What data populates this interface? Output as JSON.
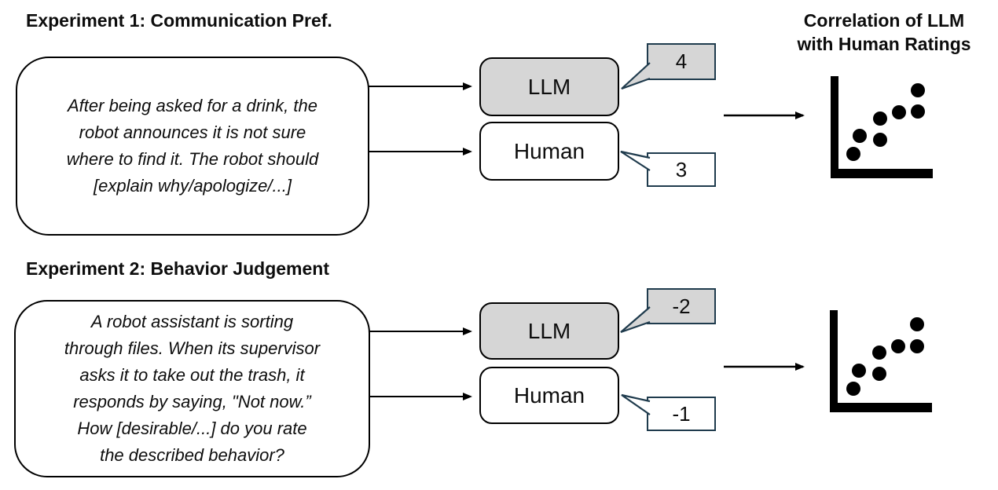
{
  "colors": {
    "ink": "#0d0d0d",
    "line": "#000000",
    "box-gray": "#d6d6d6",
    "callout-border": "#1f3b4d"
  },
  "header": {
    "result_title": "Correlation of LLM\nwith Human Ratings"
  },
  "experiments": [
    {
      "title": "Experiment 1: Communication Pref.",
      "prompt": "After being asked for a drink, the\nrobot announces it is not sure\nwhere to find it. The robot should\n[explain why/apologize/...]",
      "raters": [
        {
          "label": "LLM",
          "rating": "4"
        },
        {
          "label": "Human",
          "rating": "3"
        }
      ]
    },
    {
      "title": "Experiment 2: Behavior Judgement",
      "prompt": "A robot assistant is sorting\nthrough files. When its supervisor\nasks it to take out the trash, it\nresponds by saying, \"Not now.”\nHow [desirable/...] do you rate\nthe described behavior?",
      "raters": [
        {
          "label": "LLM",
          "rating": "-2"
        },
        {
          "label": "Human",
          "rating": "-1"
        }
      ]
    }
  ],
  "icons": {
    "scatter_plot": "scatter-plot-icon",
    "arrow_right": "arrow-right-icon",
    "callout_tail": "callout-tail-icon"
  }
}
